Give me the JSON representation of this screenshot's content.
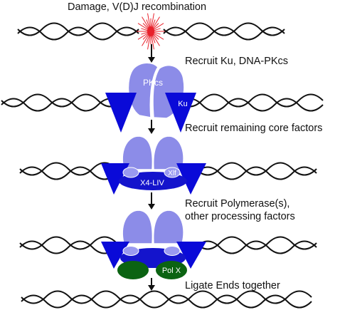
{
  "captions": {
    "damage": "Damage, V(D)J recombination",
    "step1": "Recruit Ku, DNA-PKcs",
    "step2": "Recruit remaining core factors",
    "step3_line1": "Recruit Polymerase(s),",
    "step3_line2": "other processing factors",
    "step4": "Ligate Ends together"
  },
  "protein_labels": {
    "pkcs": "PKcs",
    "ku": "Ku",
    "x4_liv": "X4-LIV",
    "xlf": "Xlf",
    "pol_x": "Pol X"
  },
  "colors": {
    "dna_strand": "#111111",
    "ku_triangle": "#0a0ad8",
    "pkcs_lobe": "#8c8ce8",
    "pkcs_outline": "#ffffff",
    "x4_body": "#1414cc",
    "xlf_small": "#9a9af0",
    "pol_x": "#0b6312",
    "damage_burst": "#e8202a",
    "arrow": "#111111"
  },
  "icons": {
    "damage": "damage-burst-icon",
    "arrow": "arrow-down-icon",
    "dna": "dna-double-helix-icon"
  }
}
